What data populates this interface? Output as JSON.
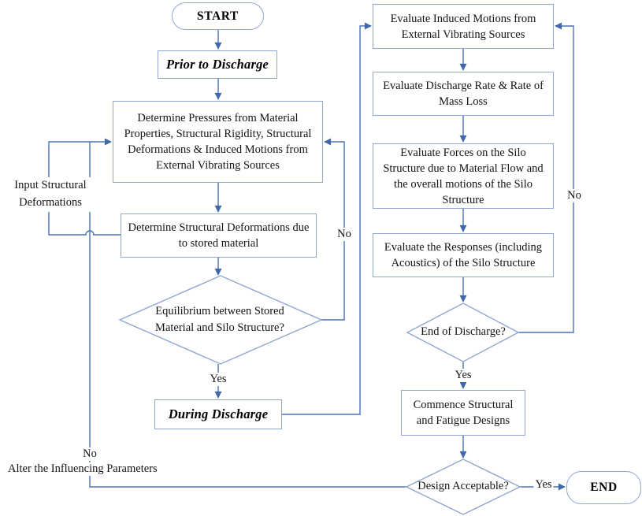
{
  "palette": {
    "line": "#4a72b4",
    "arrow": "#3f67ac",
    "box_border": "#8fa7d0",
    "text": "#141414"
  },
  "nodes": {
    "start": {
      "label": "START"
    },
    "prior": {
      "label": "Prior to Discharge"
    },
    "pressures": {
      "label": "Determine Pressures from Material Properties, Structural Rigidity, Structural Deformations & Induced Motions from External Vibrating Sources"
    },
    "deformations": {
      "label": "Determine Structural Deformations due to stored material"
    },
    "equilibrium": {
      "label": "Equilibrium between Stored Material and Silo Structure?"
    },
    "during": {
      "label": "During Discharge"
    },
    "eval_motions": {
      "label": "Evaluate Induced Motions from External Vibrating Sources"
    },
    "eval_discharge": {
      "label": "Evaluate Discharge Rate & Rate of Mass Loss"
    },
    "eval_forces": {
      "label": "Evaluate Forces on the Silo Structure due to Material Flow and the overall motions of the Silo Structure"
    },
    "eval_responses": {
      "label": "Evaluate the Responses (including Acoustics) of the Silo Structure"
    },
    "end_discharge": {
      "label": "End of Discharge?"
    },
    "commence": {
      "label": "Commence Structural and Fatigue Designs"
    },
    "design": {
      "label": "Design Acceptable?"
    },
    "end": {
      "label": "END"
    }
  },
  "edge_labels": {
    "equilibrium_yes": "Yes",
    "equilibrium_no": "No",
    "input_deformations": "Input Structural Deformations",
    "during_loop_note": "",
    "end_discharge_yes": "Yes",
    "end_discharge_no": "No",
    "design_yes": "Yes",
    "design_no": "No",
    "alter_parameters": "Alter the Influencing Parameters"
  }
}
